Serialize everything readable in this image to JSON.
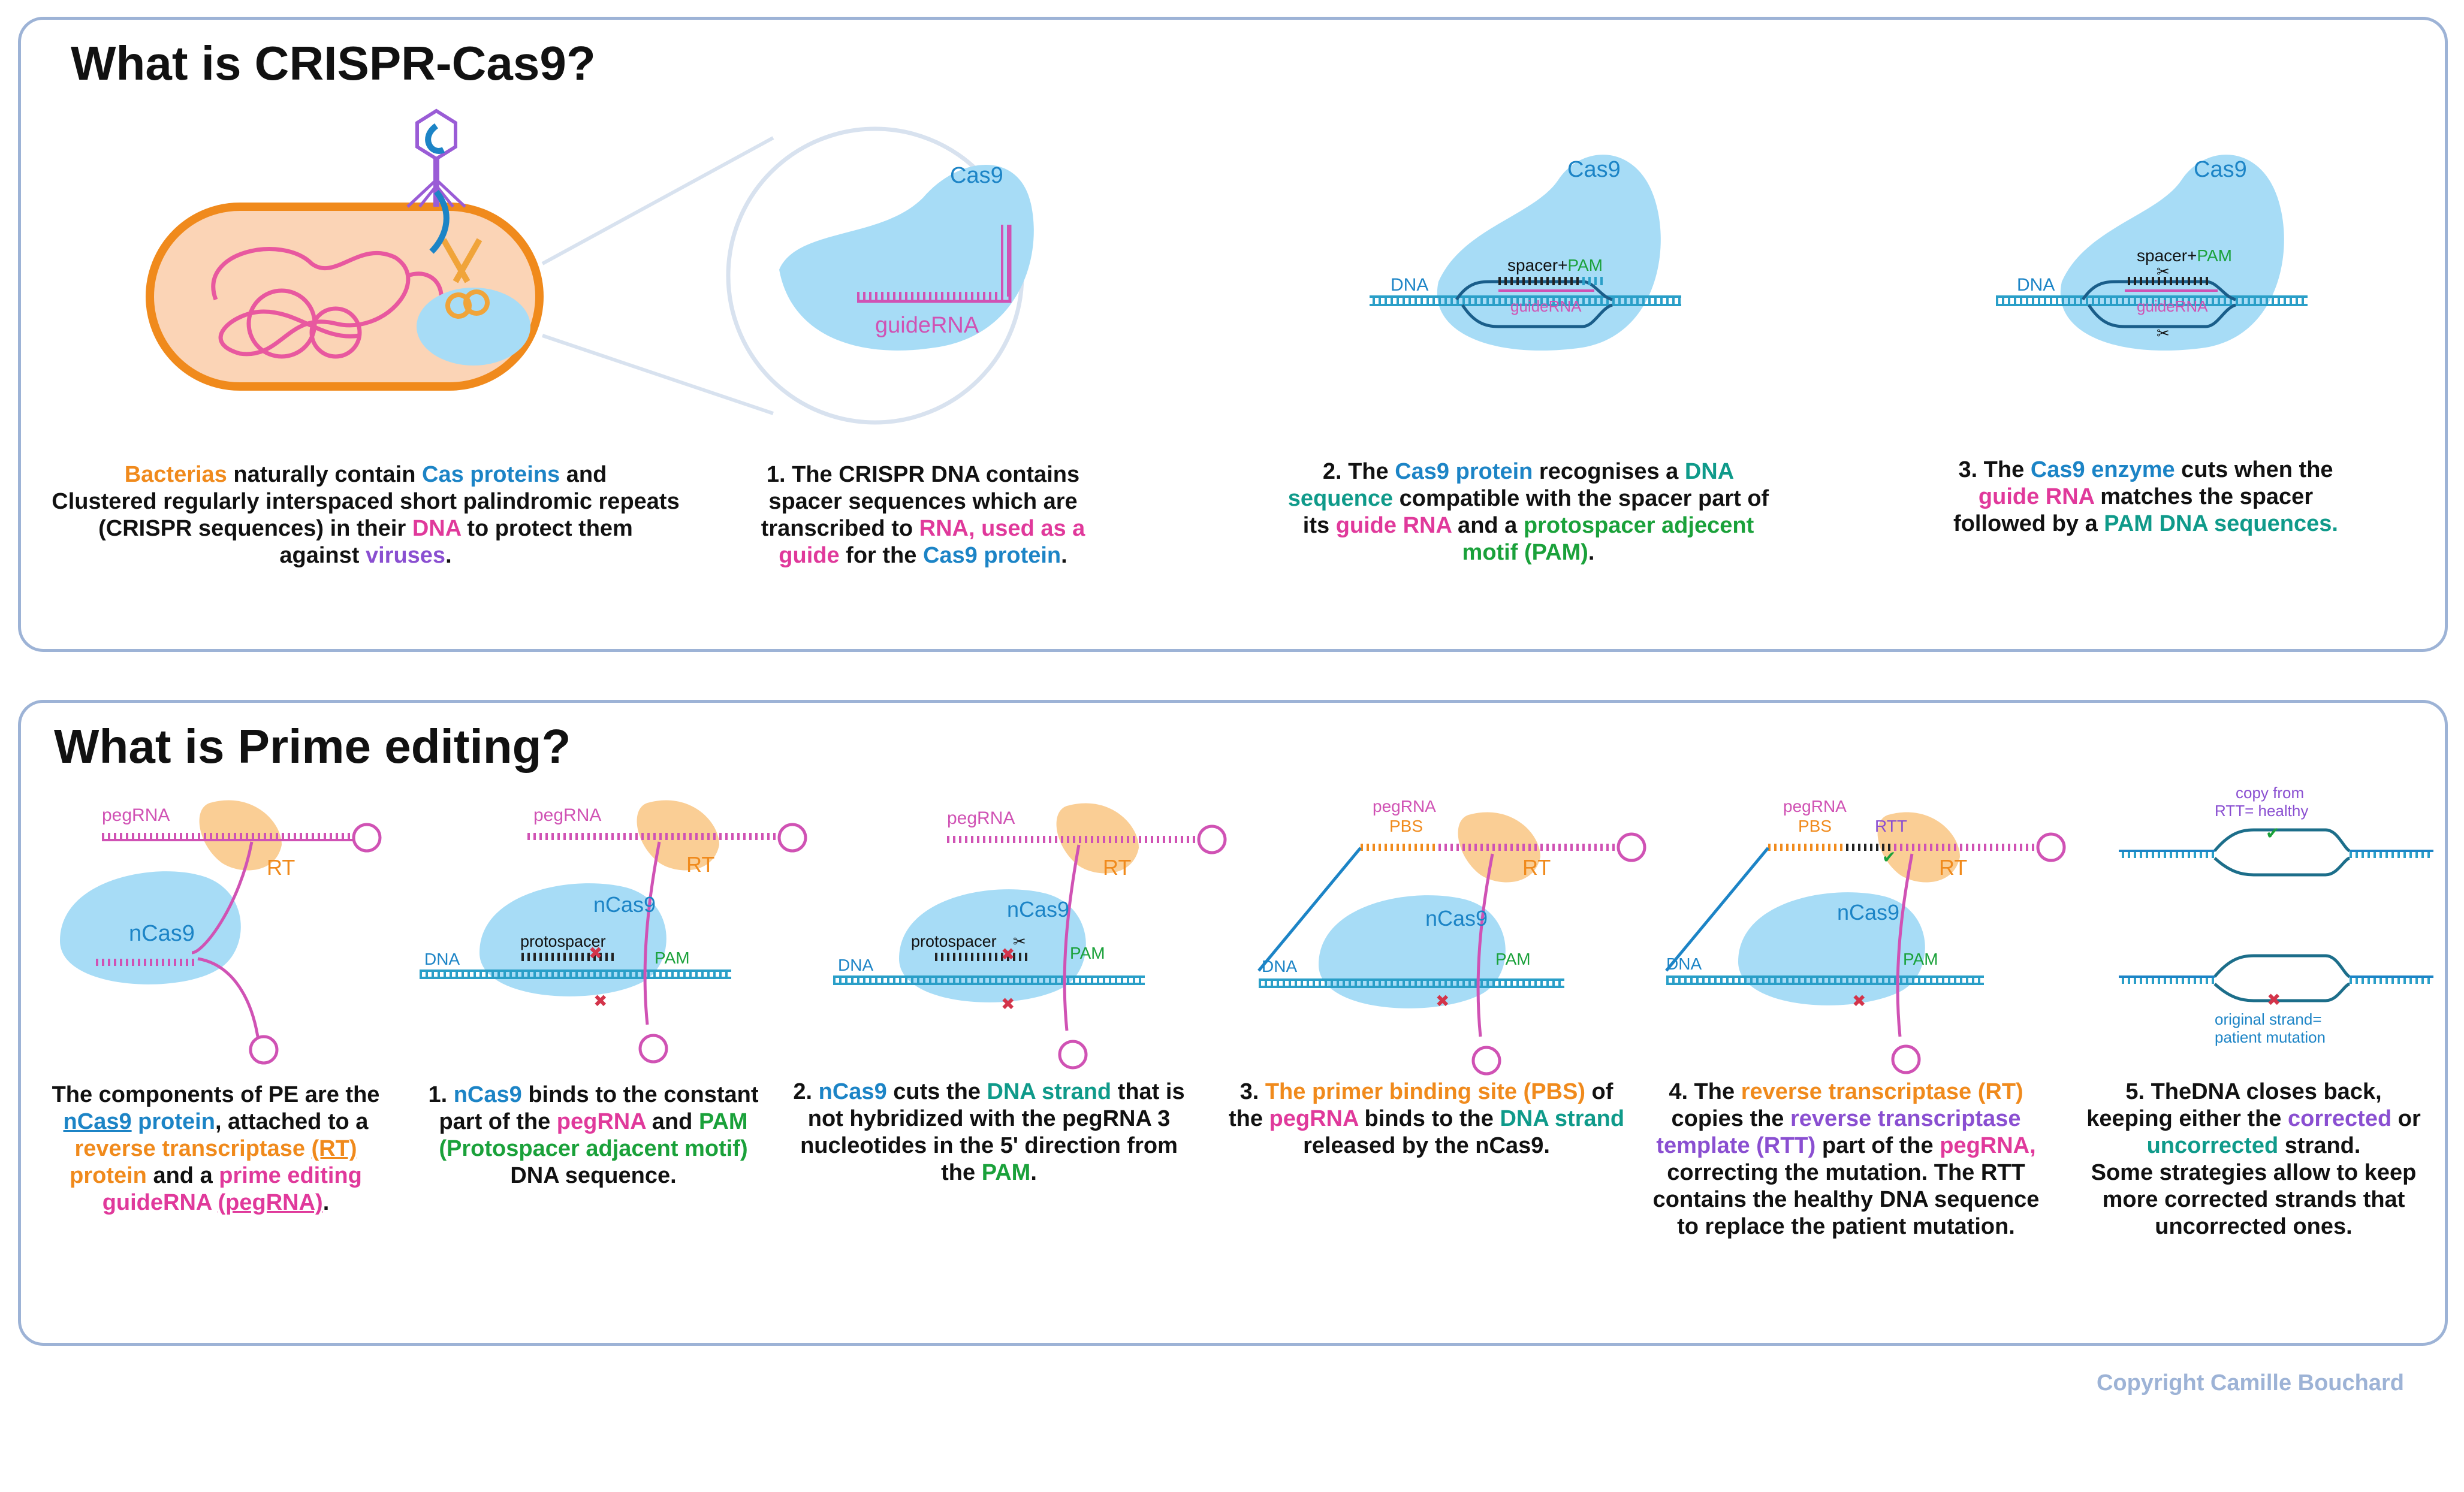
{
  "panel1": {
    "title": "What is CRISPR-Cas9?",
    "labels": {
      "cas9": "Cas9",
      "guideRNA": "guideRNA",
      "dna": "DNA",
      "spacer": "spacer+",
      "pam": "PAM"
    },
    "captions": [
      {
        "lines": [
          [
            [
              "Bacterias",
              "orange"
            ],
            [
              "  naturally contain ",
              ""
            ],
            [
              "Cas proteins",
              "blue"
            ],
            [
              " and",
              ""
            ]
          ],
          [
            [
              "Clustered regularly interspaced short palindromic repeats",
              ""
            ]
          ],
          [
            [
              "(CRISPR sequences) in their ",
              ""
            ],
            [
              "DNA",
              "pink"
            ],
            [
              "  to protect them",
              ""
            ]
          ],
          [
            [
              "against ",
              ""
            ],
            [
              "viruses",
              "purple"
            ],
            [
              ".",
              ""
            ]
          ]
        ]
      },
      {
        "lines": [
          [
            [
              "1.  The CRISPR DNA contains",
              ""
            ]
          ],
          [
            [
              "spacer sequences which are",
              ""
            ]
          ],
          [
            [
              "transcribed to ",
              ""
            ],
            [
              "RNA, used as a",
              "pink"
            ]
          ],
          [
            [
              "guide",
              "pink"
            ],
            [
              " for the ",
              ""
            ],
            [
              "Cas9 protein",
              "blue"
            ],
            [
              ".",
              ""
            ]
          ]
        ]
      },
      {
        "lines": [
          [
            [
              "2. The ",
              ""
            ],
            [
              "Cas9 protein",
              "blue"
            ],
            [
              " recognises a ",
              ""
            ],
            [
              "DNA",
              "teal"
            ]
          ],
          [
            [
              "sequence",
              "teal"
            ],
            [
              " compatible with the spacer part of",
              ""
            ]
          ],
          [
            [
              "its ",
              ""
            ],
            [
              "guide RNA",
              "pink"
            ],
            [
              " and a ",
              ""
            ],
            [
              "protospacer adjecent",
              "green"
            ]
          ],
          [
            [
              "motif (PAM)",
              "green"
            ],
            [
              ".",
              ""
            ]
          ]
        ]
      },
      {
        "lines": [
          [
            [
              "3. The ",
              ""
            ],
            [
              "Cas9 enzyme",
              "blue"
            ],
            [
              " cuts when the",
              ""
            ]
          ],
          [
            [
              "guide RNA",
              "pink"
            ],
            [
              " matches the spacer",
              ""
            ]
          ],
          [
            [
              "followed by a ",
              ""
            ],
            [
              "PAM DNA sequences.",
              "teal"
            ]
          ]
        ]
      }
    ]
  },
  "panel2": {
    "title": "What is Prime editing?",
    "labels": {
      "pegRNA": "pegRNA",
      "rt": "RT",
      "ncas9": "nCas9",
      "dna": "DNA",
      "protospacer": "protospacer",
      "pam": "PAM",
      "pbs": "PBS",
      "rtt": "RTT",
      "copy_from": "copy from",
      "rtt_healthy": "RTT= healthy",
      "original_strand": "original strand=",
      "patient_mutation": "patient mutation"
    },
    "captions": [
      {
        "lines": [
          [
            [
              "The components of PE are the",
              ""
            ]
          ],
          [
            [
              "nCas9",
              "blue u"
            ],
            [
              " protein",
              "blue"
            ],
            [
              ", attached to a",
              ""
            ]
          ],
          [
            [
              "reverse transcriptase ",
              "orange"
            ],
            [
              "(RT)",
              "orange u"
            ]
          ],
          [
            [
              "protein",
              "orange"
            ],
            [
              " and a ",
              ""
            ],
            [
              "prime editing",
              "pink"
            ]
          ],
          [
            [
              "guideRNA ",
              "pink"
            ],
            [
              "(pegRNA)",
              "pink u"
            ],
            [
              ".",
              ""
            ]
          ]
        ]
      },
      {
        "lines": [
          [
            [
              "1.   ",
              ""
            ],
            [
              "nCas9",
              "blue"
            ],
            [
              " binds to the constant",
              ""
            ]
          ],
          [
            [
              "part of the ",
              ""
            ],
            [
              "pegRNA",
              "pink"
            ],
            [
              " and ",
              ""
            ],
            [
              "PAM",
              "green"
            ]
          ],
          [
            [
              "(Protospacer adjacent motif)",
              "green"
            ]
          ],
          [
            [
              "DNA sequence.",
              ""
            ]
          ]
        ]
      },
      {
        "lines": [
          [
            [
              "2. ",
              ""
            ],
            [
              "nCas9",
              "blue"
            ],
            [
              " cuts the ",
              ""
            ],
            [
              "DNA strand",
              "teal"
            ],
            [
              " that is",
              ""
            ]
          ],
          [
            [
              "not hybridized with the pegRNA 3",
              ""
            ]
          ],
          [
            [
              "nucleotides in the 5' direction from",
              ""
            ]
          ],
          [
            [
              "the ",
              ""
            ],
            [
              "PAM",
              "green"
            ],
            [
              ".",
              ""
            ]
          ]
        ]
      },
      {
        "lines": [
          [
            [
              "3. ",
              ""
            ],
            [
              "The primer binding site (PBS)",
              "orange"
            ],
            [
              " of",
              ""
            ]
          ],
          [
            [
              "the ",
              ""
            ],
            [
              "pegRNA",
              "pink"
            ],
            [
              " binds to the ",
              ""
            ],
            [
              "DNA strand",
              "teal"
            ]
          ],
          [
            [
              "released by the nCas9.",
              ""
            ]
          ]
        ]
      },
      {
        "lines": [
          [
            [
              "4. The ",
              ""
            ],
            [
              "reverse transcriptase (RT)",
              "orange"
            ]
          ],
          [
            [
              "copies the ",
              ""
            ],
            [
              "reverse transcriptase",
              "purple"
            ]
          ],
          [
            [
              "template (RTT)",
              "purple"
            ],
            [
              " part of the ",
              ""
            ],
            [
              "pegRNA,",
              "pink"
            ]
          ],
          [
            [
              "correcting the mutation. The RTT",
              ""
            ]
          ],
          [
            [
              "contains the healthy DNA sequence",
              ""
            ]
          ],
          [
            [
              "to replace the patient mutation.",
              ""
            ]
          ]
        ]
      },
      {
        "lines": [
          [
            [
              "5. TheDNA closes back,",
              ""
            ]
          ],
          [
            [
              "keeping either the ",
              ""
            ],
            [
              "corrected",
              "purple"
            ],
            [
              " or",
              ""
            ]
          ],
          [
            [
              "uncorrected",
              "teal"
            ],
            [
              " strand.",
              ""
            ]
          ],
          [
            [
              "Some strategies allow to keep",
              ""
            ]
          ],
          [
            [
              "more corrected strands that",
              ""
            ]
          ],
          [
            [
              "uncorrected ones.",
              ""
            ]
          ]
        ]
      }
    ]
  },
  "copyright": "Copyright Camille Bouchard",
  "colors": {
    "border": "#9db3d6",
    "cas9": "#a7dcf6",
    "rt": "#f9c98a",
    "rna": "#d052b4",
    "dna": "#2a9fc8",
    "bacteria_fill": "#fbd4b6",
    "bacteria_edge": "#f08a1c"
  }
}
